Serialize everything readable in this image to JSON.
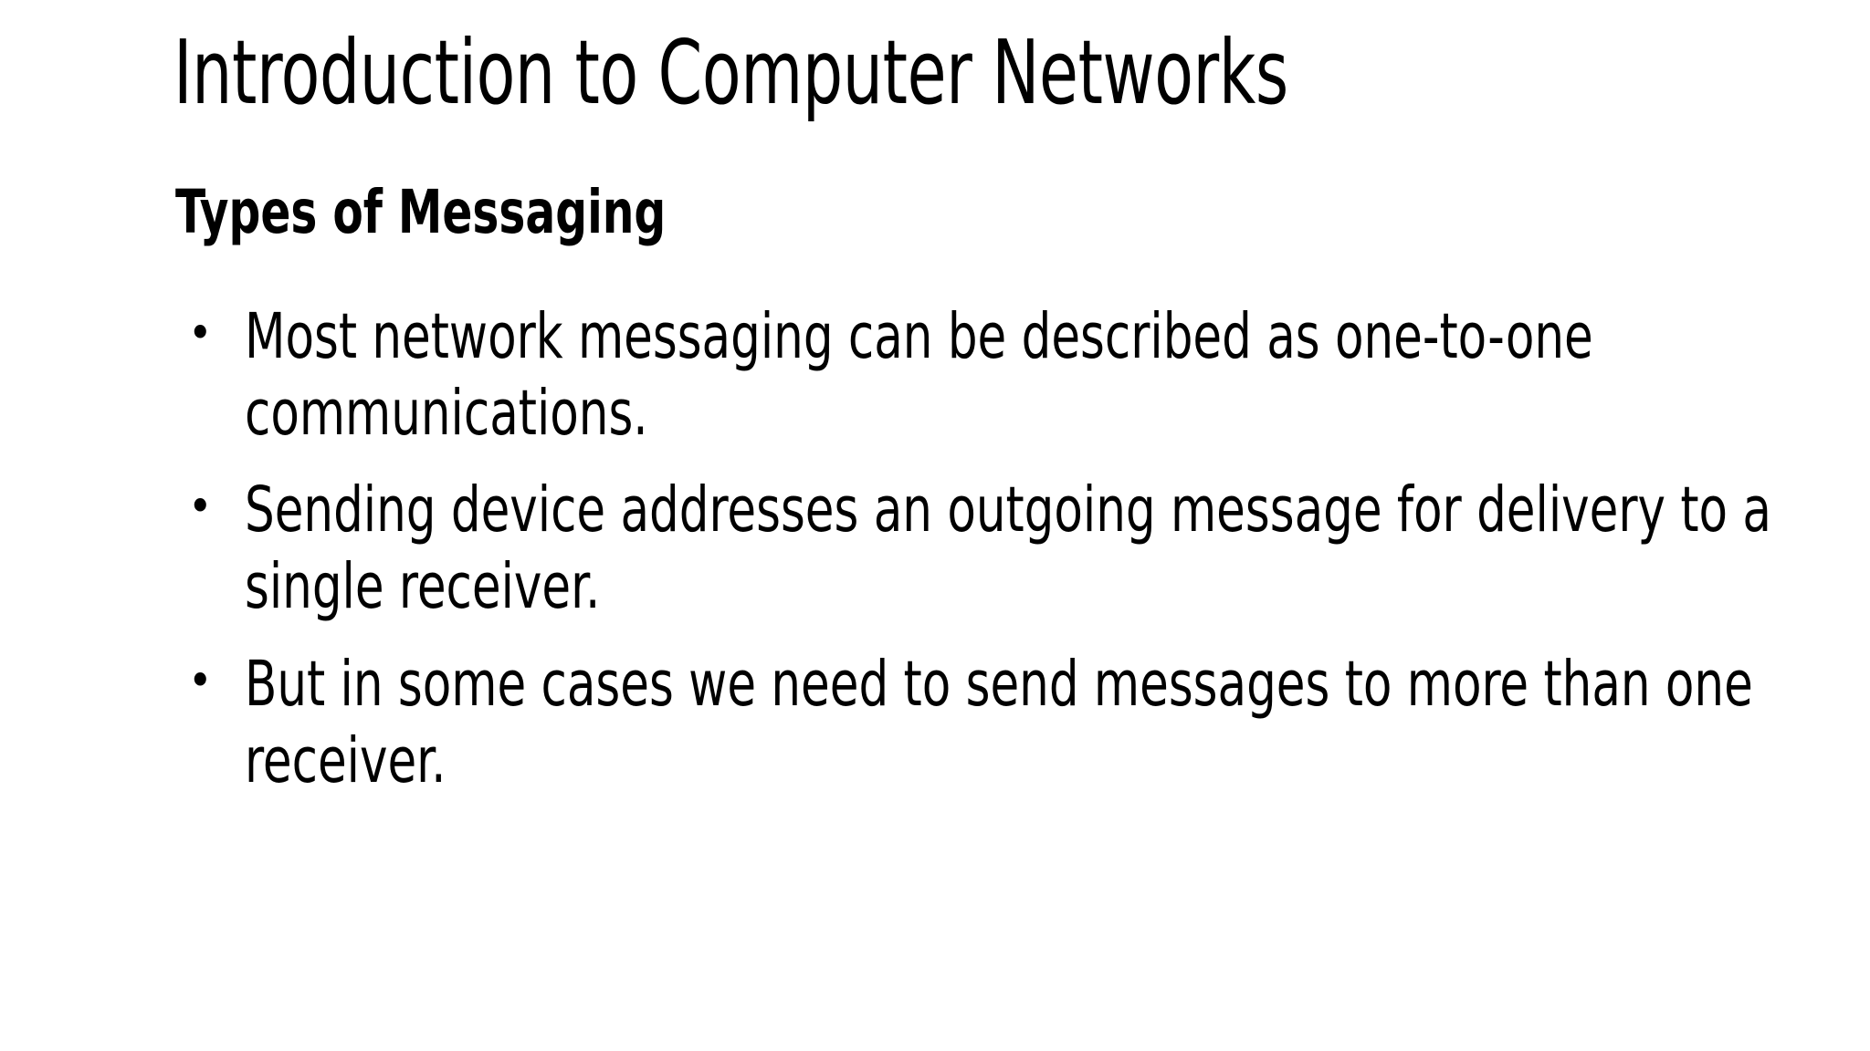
{
  "slide": {
    "title": "Introduction to Computer Networks",
    "subheading": "Types of Messaging",
    "bullet_marker": "•",
    "bullets": [
      "Most network messaging can be described as one-to-one communications.",
      "Sending device addresses an outgoing message for delivery to a single receiver.",
      "But in some cases we need to send messages to more than one receiver."
    ],
    "background_color": "#ffffff",
    "text_color": "#000000"
  }
}
